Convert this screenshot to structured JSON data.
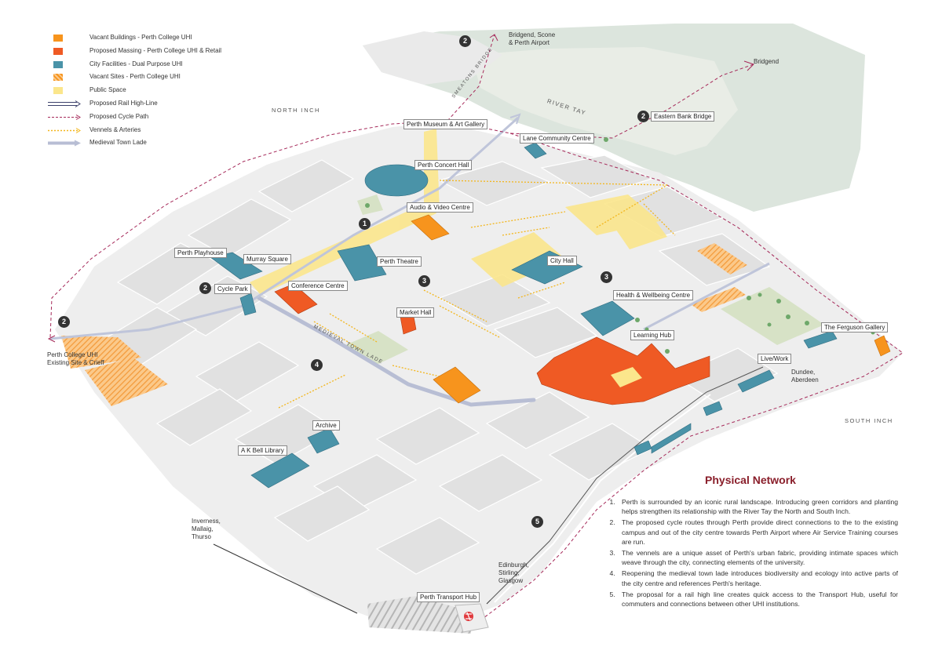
{
  "legend": [
    {
      "label": "Vacant Buildings - Perth College UHI",
      "kind": "swatch",
      "color": "#f7941d"
    },
    {
      "label": "Proposed Massing - Perth College UHI & Retail",
      "kind": "swatch",
      "color": "#ef5a24"
    },
    {
      "label": "City Facilities - Dual Purpose UHI",
      "kind": "swatch",
      "color": "#4a93a8"
    },
    {
      "label": "Vacant Sites - Perth College UHI",
      "kind": "hatch",
      "color": "#f7941d"
    },
    {
      "label": "Public Space",
      "kind": "swatch",
      "color": "#fbe68c"
    },
    {
      "label": "Proposed Rail High-Line",
      "kind": "rail"
    },
    {
      "label": "Proposed Cycle Path",
      "kind": "cycle"
    },
    {
      "label": "Vennels & Arteries",
      "kind": "vennel"
    },
    {
      "label": "Medieval Town Lade",
      "kind": "lade"
    }
  ],
  "labels": {
    "perth_museum": "Perth Museum & Art Gallery",
    "lane_community": "Lane Community Centre",
    "concert_hall": "Perth Concert Hall",
    "audio_video": "Audio & Video Centre",
    "playhouse": "Perth Playhouse",
    "murray_square": "Murray Square",
    "perth_theatre": "Perth Theatre",
    "city_hall": "City Hall",
    "cycle_park": "Cycle Park",
    "conference": "Conference Centre",
    "health": "Health & Wellbeing Centre",
    "market_hall": "Market Hall",
    "ferguson": "The Ferguson Gallery",
    "learning_hub": "Learning Hub",
    "live_work": "Live/Work",
    "archive": "Archive",
    "ak_bell": "A K Bell Library",
    "transport_hub": "Perth Transport Hub",
    "eastern_bank": "Eastern Bank Bridge"
  },
  "places": {
    "north_inch": "NORTH INCH",
    "south_inch": "SOUTH INCH",
    "river_tay": "RIVER TAY",
    "smeatons_bridge": "SMEATONS BRIDGE",
    "medieval_lade": "MEDIEVAL TOWN LADE",
    "bridgend_scone": "Bridgend, Scone\n& Perth Airport",
    "bridgend": "Bridgend",
    "perth_college": "Perth College UHI\nExisting Site & Crieff",
    "dundee": "Dundee,\nAberdeen",
    "inverness": "Inverness,\nMallaig,\nThurso",
    "edinburgh": "Edinburgh,\nStirling,\nGlasgow"
  },
  "markers": [
    {
      "id": "m2-top",
      "text": "2"
    },
    {
      "id": "m2-east",
      "text": "2"
    },
    {
      "id": "m2-west",
      "text": "2"
    },
    {
      "id": "m2-cycle",
      "text": "2"
    },
    {
      "id": "m1",
      "text": "1"
    },
    {
      "id": "m3-mid",
      "text": "3"
    },
    {
      "id": "m3-east",
      "text": "3"
    },
    {
      "id": "m4",
      "text": "4"
    },
    {
      "id": "m5",
      "text": "5"
    }
  ],
  "panel": {
    "title": "Physical Network",
    "items": [
      "Perth is surrounded by an iconic rural landscape. Introducing green corridors and planting helps strengthen its relationship with the River Tay the North and South Inch.",
      "The proposed cycle routes through Perth provide direct connections to the to the existing campus and out of the city centre towards Perth Airport where Air Service Training courses are run.",
      "The vennels are a unique asset of Perth's urban fabric, providing intimate spaces which weave through the city, connecting elements of the university.",
      "Reopening the medieval town lade introduces biodiversity and ecology into active parts of the city centre and references Perth's heritage.",
      "The proposal for a rail high line creates quick access to the Transport Hub, useful for commuters and connections between other UHI institutions."
    ]
  }
}
